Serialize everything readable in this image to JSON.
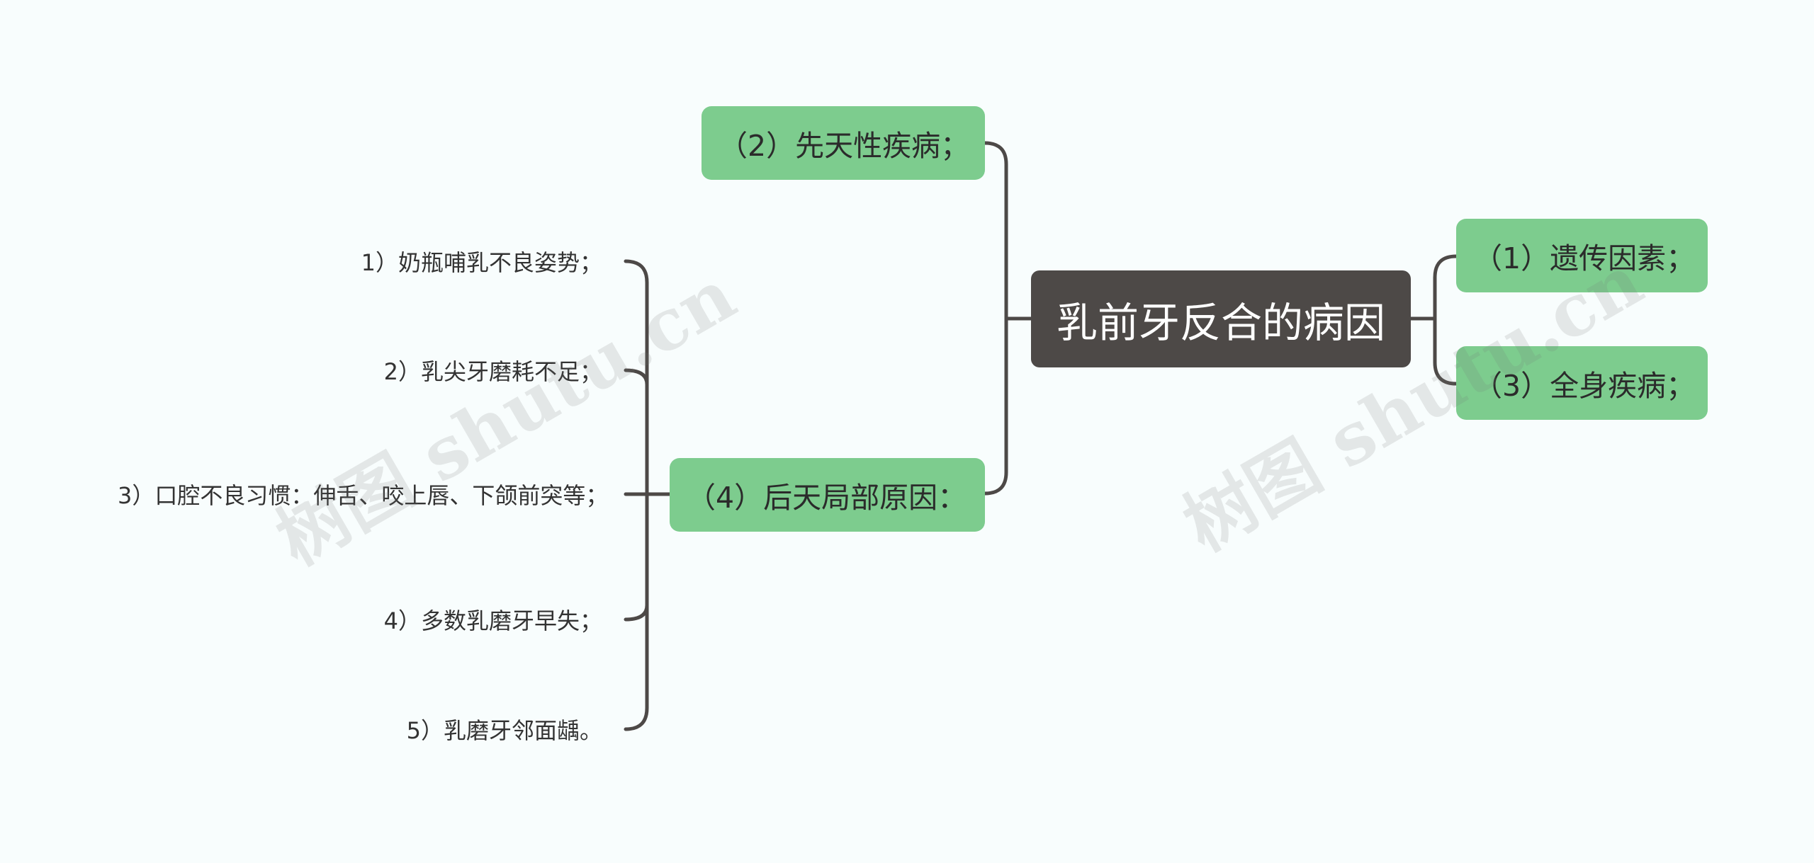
{
  "root": {
    "label": "乳前牙反合的病因"
  },
  "left_branches": [
    {
      "label": "（2）先天性疾病；"
    },
    {
      "label": "（4）后天局部原因："
    }
  ],
  "right_branches": [
    {
      "label": "（1）遗传因素；"
    },
    {
      "label": "（3）全身疾病；"
    }
  ],
  "sub_items": [
    {
      "label": "1）奶瓶哺乳不良姿势；"
    },
    {
      "label": "2）乳尖牙磨耗不足；"
    },
    {
      "label": "3）口腔不良习惯：伸舌、咬上唇、下颌前突等；"
    },
    {
      "label": "4）多数乳磨牙早失；"
    },
    {
      "label": "5）乳磨牙邻面龋。"
    }
  ],
  "watermark": "树图 shutu.cn",
  "colors": {
    "root_bg": "#4d4947",
    "branch_bg": "#7dcc8e",
    "line": "#4d4947",
    "background": "#f8fdfd"
  }
}
